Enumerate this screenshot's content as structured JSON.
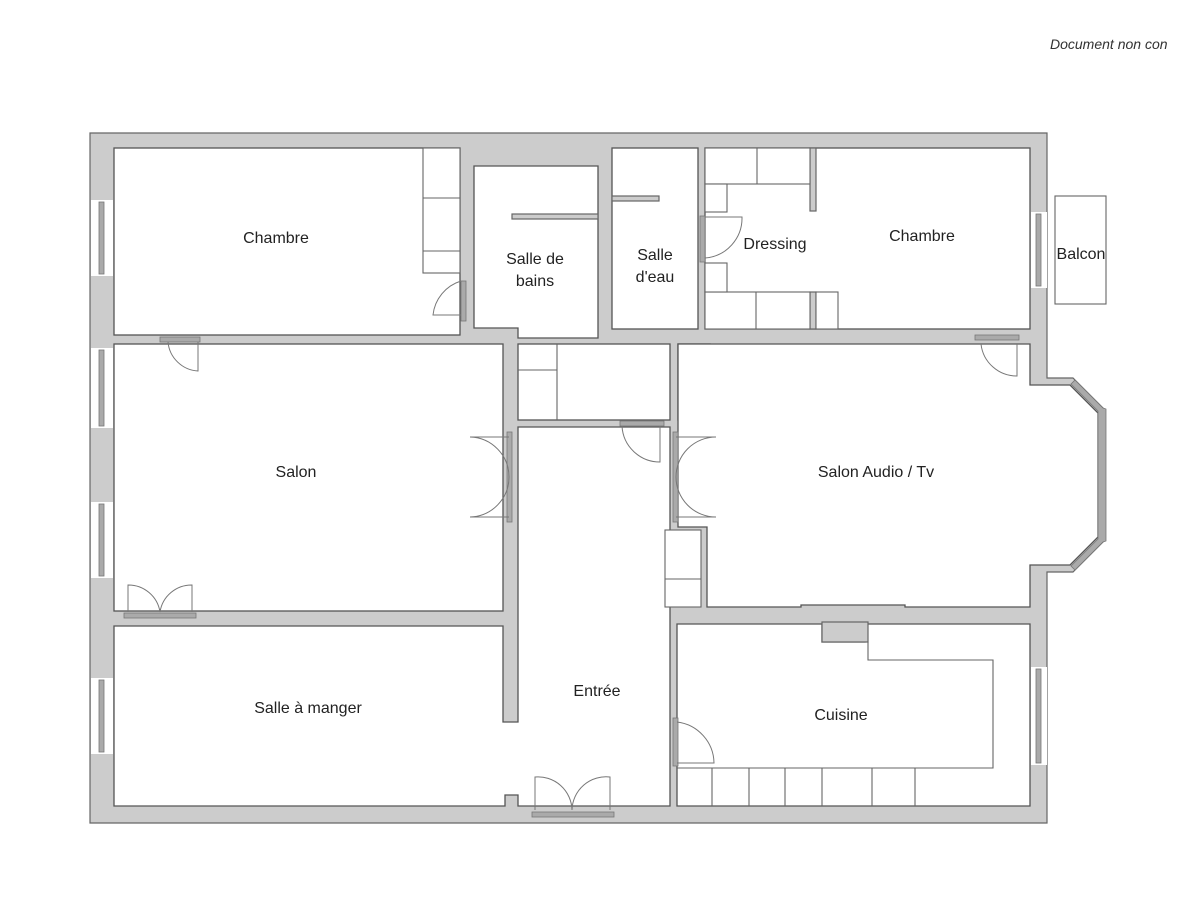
{
  "disclaimer": "Document non con",
  "colors": {
    "wall": "#cccccc",
    "wall_outline": "#666666",
    "room_fill": "#ffffff",
    "text": "#222222"
  },
  "rooms": [
    {
      "id": "chambre-1",
      "label": "Chambre"
    },
    {
      "id": "salle-de-bains",
      "label_line1": "Salle de",
      "label_line2": "bains"
    },
    {
      "id": "salle-eau",
      "label_line1": "Salle",
      "label_line2": "d'eau"
    },
    {
      "id": "dressing",
      "label": "Dressing"
    },
    {
      "id": "chambre-2",
      "label": "Chambre"
    },
    {
      "id": "balcon",
      "label": "Balcon"
    },
    {
      "id": "salon",
      "label": "Salon"
    },
    {
      "id": "salon-audio-tv",
      "label": "Salon Audio / Tv"
    },
    {
      "id": "salle-a-manger",
      "label": "Salle à manger"
    },
    {
      "id": "entree",
      "label": "Entrée"
    },
    {
      "id": "cuisine",
      "label": "Cuisine"
    }
  ]
}
